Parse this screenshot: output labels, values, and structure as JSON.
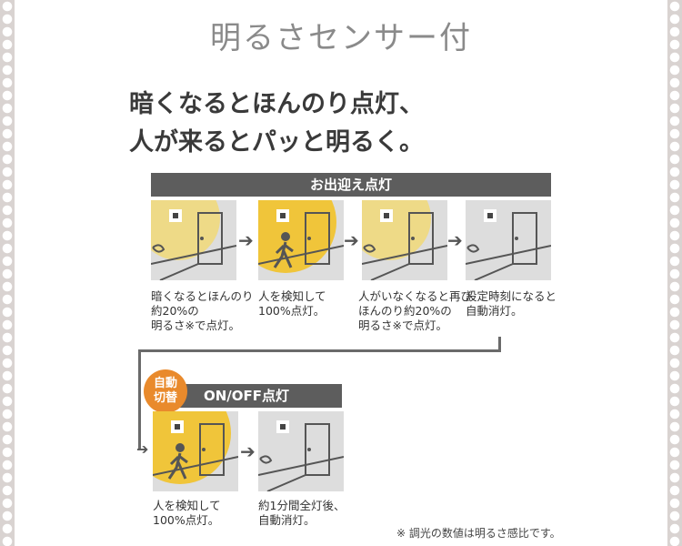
{
  "title": "明るさセンサー付",
  "headline": [
    "暗くなるとほんのり点灯、",
    "人が来るとパッと明るく。"
  ],
  "section1": {
    "label": "お出迎え点灯",
    "captions": [
      [
        "暗くなるとほんのり",
        "約20%の",
        "明るさ※で点灯。"
      ],
      [
        "人を検知して",
        "100%点灯。"
      ],
      [
        "人がいなくなると再び",
        "ほんのり約20%の",
        "明るさ※で点灯。"
      ],
      [
        "設定時刻になると",
        "自動消灯。"
      ]
    ]
  },
  "section2": {
    "badge": [
      "自動",
      "切替"
    ],
    "label": "ON/OFF点灯",
    "captions": [
      [
        "人を検知して",
        "100%点灯。"
      ],
      [
        "約1分間全灯後、",
        "自動消灯。"
      ]
    ]
  },
  "footnote": "※ 調光の数値は明るさ感比です。",
  "colors": {
    "light": "#f3d86a",
    "bright": "#f0c53a",
    "panel": "#dddddd",
    "bar": "#5d5d5d",
    "badge": "#e98a2c"
  }
}
